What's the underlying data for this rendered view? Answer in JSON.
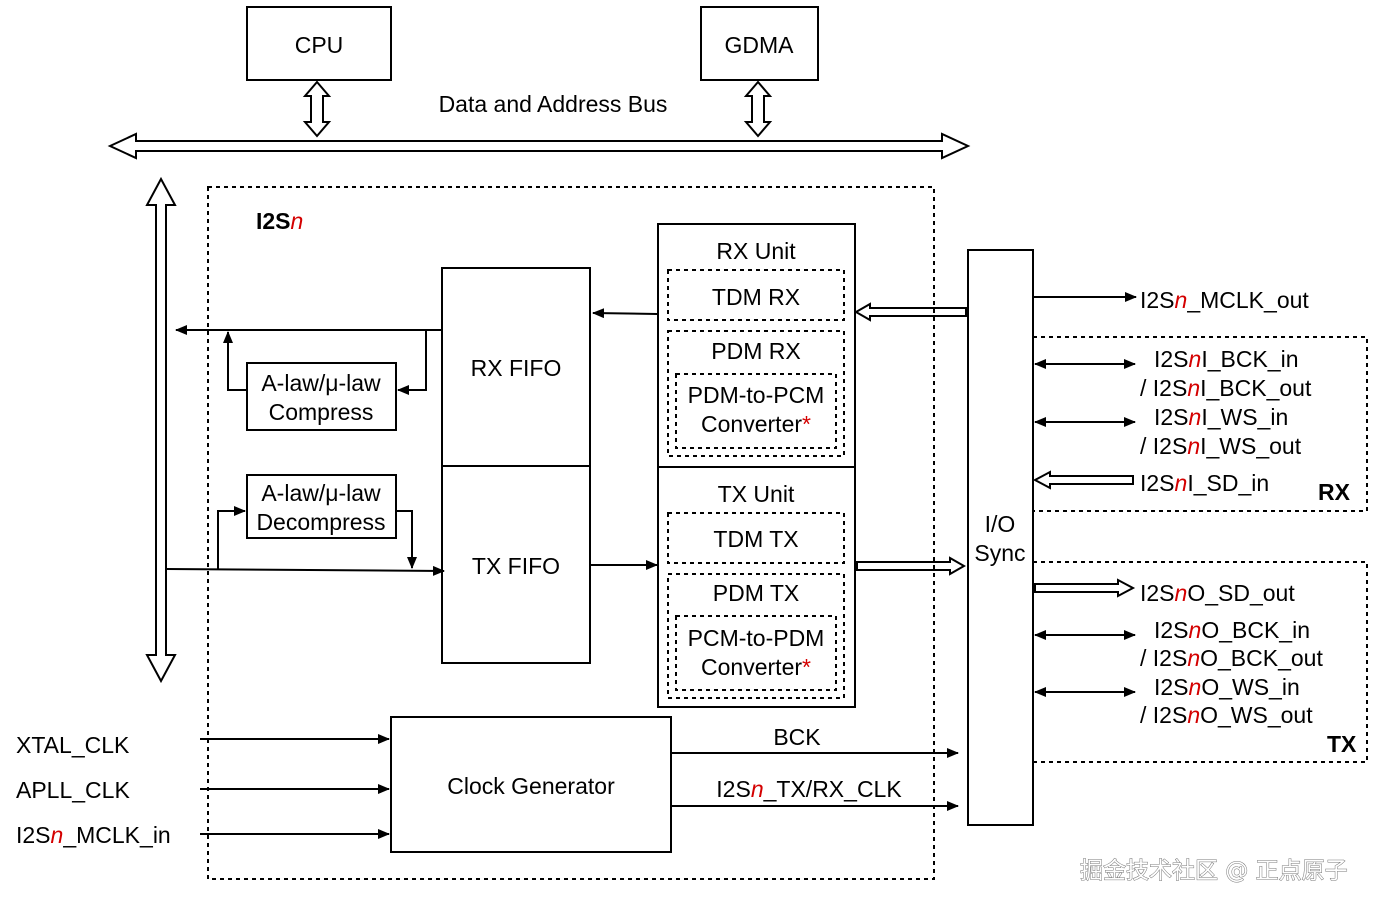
{
  "blocks": {
    "cpu": "CPU",
    "gdma": "GDMA",
    "bus": "Data and Address Bus",
    "i2s_prefix": "I2S",
    "n": "n",
    "rx_unit": "RX Unit",
    "tdm_rx": "TDM RX",
    "pdm_rx": "PDM RX",
    "pdm_to_pcm_1": "PDM-to-PCM",
    "converter": "Converter",
    "star": "*",
    "tx_unit": "TX Unit",
    "tdm_tx": "TDM TX",
    "pdm_tx": "PDM TX",
    "pcm_to_pdm_1": "PCM-to-PDM",
    "rx_fifo": "RX FIFO",
    "tx_fifo": "TX FIFO",
    "law": "A-law/μ-law",
    "compress": "Compress",
    "decompress": "Decompress",
    "io": "I/O",
    "sync": "Sync",
    "clock_gen": "Clock Generator"
  },
  "clocks": {
    "xtal": "XTAL_CLK",
    "apll": "APLL_CLK",
    "mclk_in_suffix": "_MCLK_in",
    "bck": "BCK",
    "txrx_clk_suffix": "_TX/RX_CLK"
  },
  "signals": {
    "mclk_out_suffix": "_MCLK_out",
    "rx_group": "RX",
    "tx_group": "TX",
    "i_bck_in": "I_BCK_in",
    "i_bck_out": "I_BCK_out",
    "i_ws_in": "I_WS_in",
    "i_ws_out": "I_WS_out",
    "i_sd_in": "I_SD_in",
    "o_sd_out": "O_SD_out",
    "o_bck_in": "O_BCK_in",
    "o_bck_out": "O_BCK_out",
    "o_ws_in": "O_WS_in",
    "o_ws_out": "O_WS_out",
    "slash": "/ "
  },
  "watermark": "掘金技术社区 @ 正点原子"
}
